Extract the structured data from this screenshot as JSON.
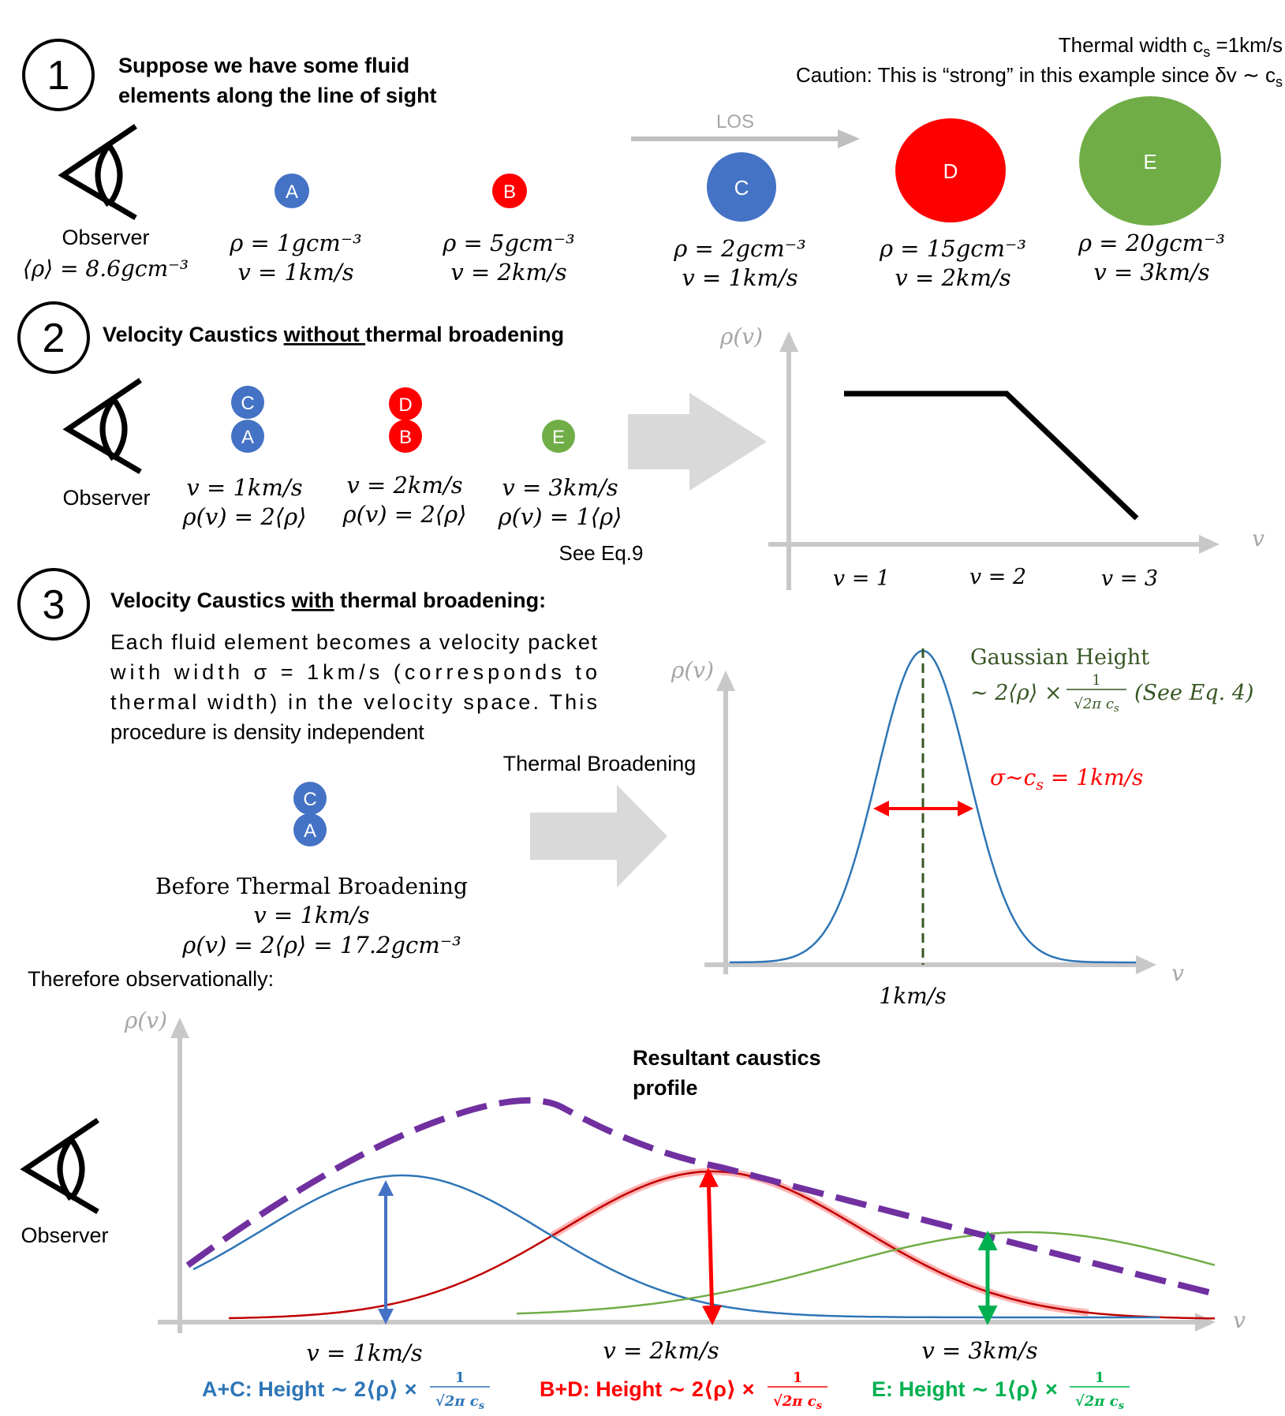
{
  "sections": {
    "s1": {
      "number": "1",
      "title_line1": "Suppose we have some fluid",
      "title_line2": "elements along the line of sight"
    },
    "s2": {
      "number": "2",
      "title_pre": "Velocity Caustics ",
      "title_underlined": "without ",
      "title_post": "thermal broadening"
    },
    "s3": {
      "number": "3",
      "title_pre": "Velocity Caustics ",
      "title_underlined": "with",
      "title_post": " thermal broadening:",
      "para_lines": [
        "Each  fluid  element  becomes  a  velocity  packet",
        "with      width      σ = 1km/s      (corresponds      to",
        "thermal  width)  in  the  velocity  space.  This",
        "procedure is density independent"
      ]
    }
  },
  "thermal_note": {
    "line1": "Thermal width c",
    "line1_sub": "s",
    "line1_tail": " =1km/s",
    "line2": "Caution: This is “strong” in this example since δv ∼ c",
    "line2_sub": "s"
  },
  "los_label": "LOS",
  "observer_label": "Observer",
  "mean_density": "⟨ρ⟩ = 8.6gcm⁻³",
  "elements": [
    {
      "id": "A",
      "color": "#4472C4",
      "rho": "ρ = 1gcm⁻³",
      "v": "v = 1km/s"
    },
    {
      "id": "B",
      "color": "#FF0000",
      "rho": "ρ = 5gcm⁻³",
      "v": "v = 2km/s"
    },
    {
      "id": "C",
      "color": "#4472C4",
      "rho": "ρ = 2gcm⁻³",
      "v": "v = 1km/s"
    },
    {
      "id": "D",
      "color": "#FF0000",
      "rho": "ρ = 15gcm⁻³",
      "v": "v = 2km/s"
    },
    {
      "id": "E",
      "color": "#70AD47",
      "rho": "ρ = 20gcm⁻³",
      "v": "v = 3km/s"
    }
  ],
  "s2_groups": [
    {
      "ids": [
        "C",
        "A"
      ],
      "v": "v = 1km/s",
      "rho": "ρ(v) = 2⟨ρ⟩"
    },
    {
      "ids": [
        "D",
        "B"
      ],
      "v": "v = 2km/s",
      "rho": "ρ(v) = 2⟨ρ⟩"
    },
    {
      "ids": [
        "E"
      ],
      "v": "v = 3km/s",
      "rho": "ρ(v) = 1⟨ρ⟩"
    }
  ],
  "see_eq9": "See Eq.9",
  "axis": {
    "ylabel": "ρ(v)",
    "xlabel": "v"
  },
  "s2_ticks": [
    "v = 1",
    "v = 2",
    "v = 3"
  ],
  "thermal_broadening_label": "Thermal Broadening",
  "gaussian": {
    "title": "Gaussian Height",
    "formula_pre": "∼ 2⟨ρ⟩ ×",
    "frac_num": "1",
    "frac_den": "√2π c",
    "frac_den_sub": "s",
    "see_eq4": "(See Eq. 4)",
    "sigma_label": "σ∼c",
    "sigma_sub": "s",
    "sigma_tail": " = 1km/s",
    "xtick": "1km/s"
  },
  "before": {
    "title": "Before Thermal Broadening",
    "v": "v = 1km/s",
    "rho": "ρ(v) = 2⟨ρ⟩ = 17.2gcm⁻³"
  },
  "therefore": "Therefore observationally:",
  "resultant": {
    "line1": "Resultant caustics",
    "line2": "profile"
  },
  "bottom_ticks": [
    "v = 1km/s",
    "v = 2km/s",
    "v = 3km/s"
  ],
  "heights": [
    {
      "pre": "A+C: Height ∼ 2⟨ρ⟩ ×",
      "color": "#2E75B6"
    },
    {
      "pre": "B+D: Height ∼ 2⟨ρ⟩ ×",
      "color": "#FF0000"
    },
    {
      "pre": "E: Height ∼ 1⟨ρ⟩ ×",
      "color": "#00B050"
    }
  ],
  "height_frac": {
    "num": "1",
    "den": "√2π c",
    "den_sub": "s"
  },
  "colors": {
    "blue": "#4472C4",
    "red": "#FF0000",
    "green": "#70AD47",
    "axis_gray": "#C8C8C8",
    "curve_blue": "#2E75B6",
    "curve_red": "#C00000",
    "curve_green": "#70AD47",
    "envelope": "#7030A0",
    "gauss_title": "#375623",
    "arrow_blue": "#4472C4",
    "arrow_red": "#FF0000",
    "arrow_green": "#00B050"
  },
  "chart_data": [
    {
      "type": "line",
      "title": "",
      "xlabel": "v",
      "ylabel": "ρ(v)",
      "categories": [
        "v = 1",
        "v = 2",
        "v = 3"
      ],
      "x": [
        1,
        2,
        3
      ],
      "values": [
        2,
        2,
        1
      ],
      "grid": false
    },
    {
      "type": "line",
      "title": "",
      "xlabel": "v",
      "ylabel": "ρ(v)",
      "series": [
        {
          "name": "",
          "mean": 1,
          "sigma": 1,
          "peak_multiple": 2
        }
      ],
      "grid": false
    },
    {
      "type": "line",
      "title": "Resultant caustics profile",
      "xlabel": "v",
      "ylabel": "ρ(v)",
      "series": [
        {
          "name": "A+C",
          "mean": 1,
          "peak_multiple": 2
        },
        {
          "name": "B+D",
          "mean": 2,
          "peak_multiple": 2
        },
        {
          "name": "E",
          "mean": 3,
          "peak_multiple": 1
        }
      ],
      "grid": false
    }
  ]
}
